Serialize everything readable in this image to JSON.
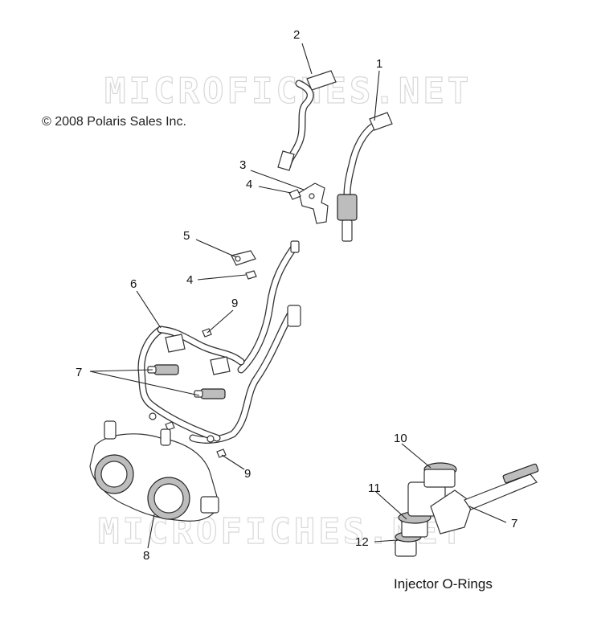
{
  "copyright": "© 2008 Polaris Sales Inc.",
  "watermark": "MICROFICHES.NET",
  "inset_caption": "Injector O-Rings",
  "callouts": {
    "c1": "1",
    "c2": "2",
    "c3": "3",
    "c4a": "4",
    "c4b": "4",
    "c5": "5",
    "c6": "6",
    "c7a": "7",
    "c7b": "7",
    "c8": "8",
    "c9a": "9",
    "c9b": "9",
    "c10": "10",
    "c11": "11",
    "c12": "12"
  }
}
